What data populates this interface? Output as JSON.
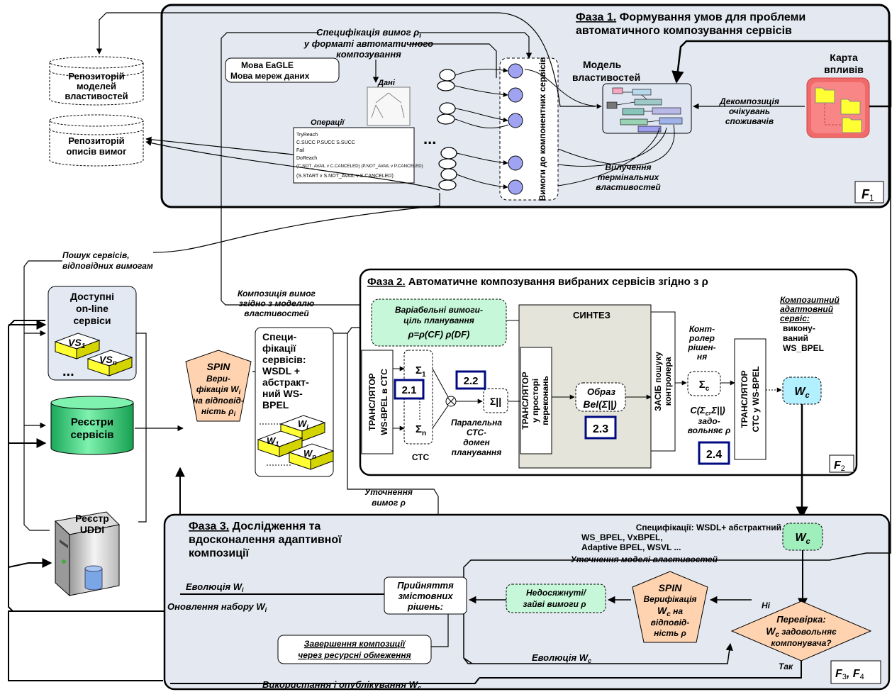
{
  "phase1": {
    "title_num": "Фаза 1.",
    "title_rest": " Формування умов для проблеми",
    "title_line2": "автоматичного композування сервісів",
    "label": "F",
    "label_sub": "1",
    "spec_line1": "Специфікація вимог ρ",
    "spec_sub": "i",
    "spec_line2": "у форматі автоматичного",
    "spec_line3": "композування",
    "lang1": "Мова EaGLE",
    "lang2": "Мова мереж даних",
    "data_label": "Дані",
    "ops_label": "Операції",
    "ops_lines": [
      "TryReach",
      "C.SUCC   P.SUCC   S.SUCC",
      "Fail",
      "DoReach",
      "(C.NOT_AVAIL v  C.CANCELED)   (P.NOT_AVAIL v  P.CANCELED)",
      "(S.START v S.NOT_AVAIL v  S.CANCELED)"
    ],
    "dots": "...",
    "req_vertical": "Вимоги до компонентних сервісів",
    "model_title1": "Модель",
    "model_title2": "властивостей",
    "map_title1": "Карта",
    "map_title2": "впливів",
    "decomp1": "Декомпозиція",
    "decomp2": "очікувань",
    "decomp3": "споживачів",
    "extract1": "Вилучення",
    "extract2": "термінальних",
    "extract3": "властивостей"
  },
  "repos": {
    "models1": "Репозиторій",
    "models2": "моделей",
    "models3": "властивостей",
    "reqs1": "Репозиторій",
    "reqs2": "описів вимог"
  },
  "left": {
    "search1": "Пошук сервісів,",
    "search2": "відповідних вимогам",
    "online1": "Доступні",
    "online2": "on-line",
    "online3": "сервіси",
    "vs1": "VS",
    "vs1_sub": "1",
    "vsn": "VS",
    "vsn_sub": "n",
    "registry1": "Реєстри",
    "registry2": "сервісів",
    "uddi1": "Реєстр",
    "uddi2": "UDDI",
    "spin1": "SPIN",
    "spin2": "Вери-",
    "spin3": "фікація W",
    "spin3_sub": "i",
    "spin4": "на відповід-",
    "spin5": "ність ρ",
    "spin5_sub": "i",
    "compose1": "Композиція вимог",
    "compose2": "згідно з моделлю",
    "compose3": "властивостей",
    "specs1": "Специ-",
    "specs2": "фікації",
    "specs3": "сервісів:",
    "specs4": "WSDL +",
    "specs5": "абстракт-",
    "specs6": "ний WS-",
    "specs7": "BPEL",
    "wi": "W",
    "wi_sub": "i",
    "w1": "W",
    "w1_sub": "1",
    "wn": "W",
    "wn_sub": "n",
    "refine1": "Уточнення",
    "refine2": "вимог ρ"
  },
  "phase2": {
    "title_num": "Фаза 2.",
    "title_rest": " Автоматичне композування вибраних сервісів згідно з ρ",
    "label": "F",
    "label_sub": "2",
    "goal1": "Варіабельні вимоги-",
    "goal2": "ціль планування",
    "goal3": "ρ=ρ(CF)  ρ(DF)",
    "synth": "СИНТЕЗ",
    "translator1": "ТРАНСЛЯТОР",
    "translator2": "WS-BPEL в СТС",
    "sigma1": "Σ",
    "sigma1_sub": "1",
    "sigman": "Σ",
    "sigman_sub": "n",
    "sigma_par": "Σ||",
    "stc": "СТС",
    "parallel1": "Паралельна",
    "parallel2": "СТС-",
    "parallel3": "домен",
    "parallel4": "планування",
    "b21": "2.1",
    "b22": "2.2",
    "b23": "2.3",
    "b24": "2.4",
    "belief1": "ТРАНСЛЯТОР",
    "belief2": "у просторі",
    "belief3": "переконань",
    "image1": "Образ",
    "image2": "Bel(Σ||)",
    "search1": "ЗАСІБ пошуку",
    "search2": "контролера",
    "controller1": "Конт-",
    "controller2": "ролер",
    "controller3": "рішен-",
    "controller4": "ня",
    "sigmac": "Σ",
    "sigmac_sub": "c",
    "csat": "C(Σ",
    "csat_rest": ",Σ||)",
    "csat2": "задо-",
    "csat3": "вольняє ρ",
    "tr2_1": "ТРАНСЛЯТОР",
    "tr2_2": "СТС у WS-BPEL",
    "composite1": "Композитний",
    "composite2": "адаптовний",
    "composite3": "сервіс:",
    "composite4": "викону-",
    "composite5": "ваний",
    "composite6": "WS_BPEL",
    "wc": "W",
    "wc_sub": "c"
  },
  "phase3": {
    "title_num": "Фаза 3.",
    "title_rest": " Дослідження та",
    "title2": "вдосконалення адаптивної",
    "title3": "композиції",
    "specs1": "Специфікації: WSDL+ абстрактний",
    "specs2": "WS_BPEL, VxBPEL,",
    "specs3": "Adaptive BPEL, WSVL ...",
    "refine_model": "Уточнення моделі властивостей",
    "decision1": "Прийняття",
    "decision2": "змістовних",
    "decision3": "рішень:",
    "unreach1": "Недосяжнуті/",
    "unreach2": "зайві вимоги ρ",
    "spin1": "SPIN",
    "spin2": "Верифікація",
    "spin3": "W",
    "spin3_sub": "c",
    "spin3_rest": " на",
    "spin4": "відповід-",
    "spin5": "ність ρ",
    "check1": "Перевірка:",
    "check2": "W",
    "check2_sub": "c",
    "check2_rest": " задовольняє",
    "check3": "компонувача?",
    "no": "Ні",
    "yes": "Так",
    "evol_wi": "Еволюція W",
    "evol_wi_sub": "i",
    "update": "Оновлення набору W",
    "update_sub": "i",
    "finish1": "Завершення композиції",
    "finish2": "через ресурсні обмеження",
    "evol_wc": "Еволюція W",
    "evol_wc_sub": "c",
    "publish": "Використання і опублікування W",
    "publish_sub": "c",
    "label": "F",
    "label_sub1": "3",
    "label_mid": ", F",
    "label_sub2": "4"
  },
  "colors": {
    "panel": "#e4e9f1",
    "cyan": "#b3f0ff",
    "green": "#4ad68a",
    "yellow": "#ffff33",
    "salmon": "#ffd3b0",
    "navy": "#000a80",
    "lightgreen": "#c6f7d8"
  }
}
